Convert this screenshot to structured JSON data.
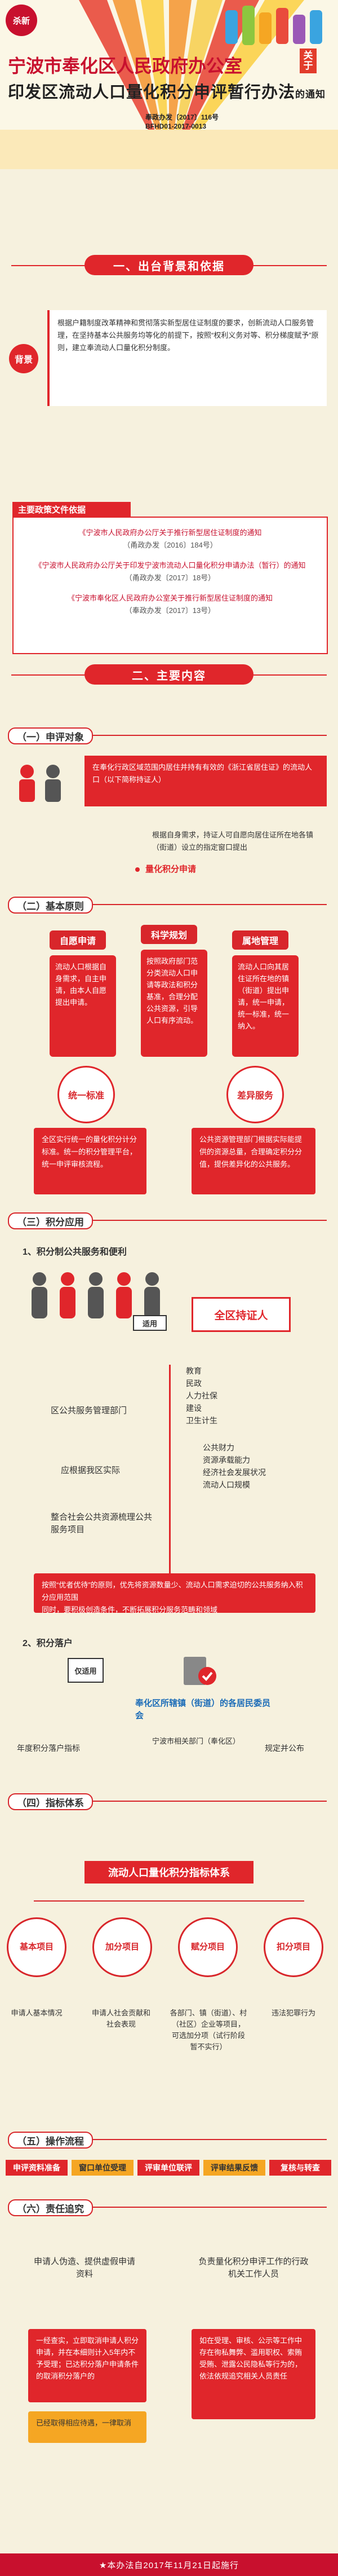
{
  "header": {
    "seal": "杀新",
    "title_line1": "宁波市奉化区人民政府办公室",
    "guanyu": "关于",
    "title_line2": "印发区流动人口量化积分申评暂行办法",
    "title_suffix": "的通知",
    "doc_no": "奉政办发〔2017〕116号",
    "doc_code": "BFHD01-2017-0013"
  },
  "part1": {
    "banner": "一、出台背景和依据",
    "bg_label": "背景",
    "bg_text": "根据户籍制度改革精神和贯彻落实新型居住证制度的要求，创新流动人口服务管理，在坚持基本公共服务均等化的前提下，按照“权利义务对等、积分梯度赋予”原则，建立奉流动人口量化积分制度。",
    "policy_title": "主要政策文件依据",
    "policies": [
      {
        "t": "《宁波市人民政府办公厅关于推行新型居住证制度的通知",
        "n": "（甬政办发〔2016〕184号）"
      },
      {
        "t": "《宁波市人民政府办公厅关于印发宁波市流动人口量化积分申请办法（暂行）的通知",
        "n": "（甬政办发〔2017〕18号）"
      },
      {
        "t": "《宁波市奉化区人民政府办公室关于推行新型居住证制度的通知",
        "n": "（奉政办发〔2017〕13号）"
      }
    ]
  },
  "part2": {
    "banner": "二、主要内容",
    "s1": {
      "title": "（一）申评对象",
      "text1": "在奉化行政区域范围内居住并持有有效的《浙江省居住证》的流动人口（以下简称持证人）",
      "text2": "根据自身需求，持证人可自愿向居住证所在地各镇（街道）设立的指定窗口提出",
      "tag": "量化积分申请"
    },
    "s2": {
      "title": "（二）基本原则",
      "pillars": [
        {
          "label": "自愿申请",
          "text": "流动人口根据自身需求，自主申请，由本人自愿提出申请。"
        },
        {
          "label": "科学规划",
          "text": "按照政府部门范分类流动人口申请等政法和积分基准，合理分配公共资源，引导人口有序流动。"
        },
        {
          "label": "属地管理",
          "text": "流动人口向其居住证所在地的镇（街道）提出申请，统一申请，统一标准，统一纳入。"
        }
      ],
      "circles": [
        {
          "label": "统一标准",
          "text": "全区实行统一的量化积分计分标准。统一的积分管理平台，统一申评审核流程。"
        },
        {
          "label": "差异服务",
          "text": "公共资源管理部门根据实际能提供的资源总量，合理确定积分分值，提供差异化的公共服务。"
        }
      ]
    },
    "s3": {
      "title": "（三）积分应用",
      "sub1": "1、积分制公共服务和便利",
      "scope": "适用",
      "target": "全区持证人",
      "items_a": [
        "教育",
        "民政",
        "人力社保",
        "建设",
        "卫生计生"
      ],
      "item_a_label": "区公共服务管理部门",
      "items_b": [
        "公共财力",
        "资源承载能力",
        "经济社会发展状况",
        "流动人口规模"
      ],
      "item_b_label": "应根据我区实际",
      "item_c_label": "整合社会公共资源梳理公共服务项目",
      "notes": [
        "按照“优者优待”的原则，优先将资源数量少、流动人口需求迫切的公共服务纳入积分应用范围",
        "同时，要积极创造条件，不断拓展积分服务范畴和领域"
      ],
      "sub2": "2、积分落户",
      "scope2": "仅适用",
      "target2": "奉化区所辖镇（街道）的各居民委员会",
      "year_label": "年度积分落户指标",
      "year_mid": "宁波市相关部门（奉化区）",
      "year_end": "规定并公布"
    },
    "s4": {
      "title": "（四）指标体系",
      "banner": "流动人口量化积分指标体系",
      "nodes": [
        {
          "label": "基本项目",
          "text": "申请人基本情况"
        },
        {
          "label": "加分项目",
          "text": "申请人社会贡献和社会表现"
        },
        {
          "label": "赋分项目",
          "text": "各部门、镇（街道）、村（社区）企业等项目，可选加分项（试行阶段暂不实行）"
        },
        {
          "label": "扣分项目",
          "text": "违法犯罪行为"
        }
      ]
    },
    "s5": {
      "title": "（五）操作流程",
      "steps": [
        "申评资料准备",
        "窗口单位受理",
        "评审单位联评",
        "评审结果反馈",
        "复核与转查"
      ]
    },
    "s6": {
      "title": "（六）责任追究",
      "left_head": "申请人伪造、提供虚假申请资料",
      "right_head": "负责量化积分申评工作的行政机关工作人员",
      "left_body": "一经查实，立即取消申请人积分申请，并在本细则计入5年内不予受理；已达积分落户申请条件的取消积分落户的",
      "left_body2": "已经取得相应待遇，一律取消",
      "right_body": "如在受理、审核、公示等工作中存在徇私舞弊、滥用职权、索贿受贿、泄露公民隐私等行为的，依法依规追究相关人员责任"
    }
  },
  "footer": "★本办法自2017年11月21日起施行"
}
